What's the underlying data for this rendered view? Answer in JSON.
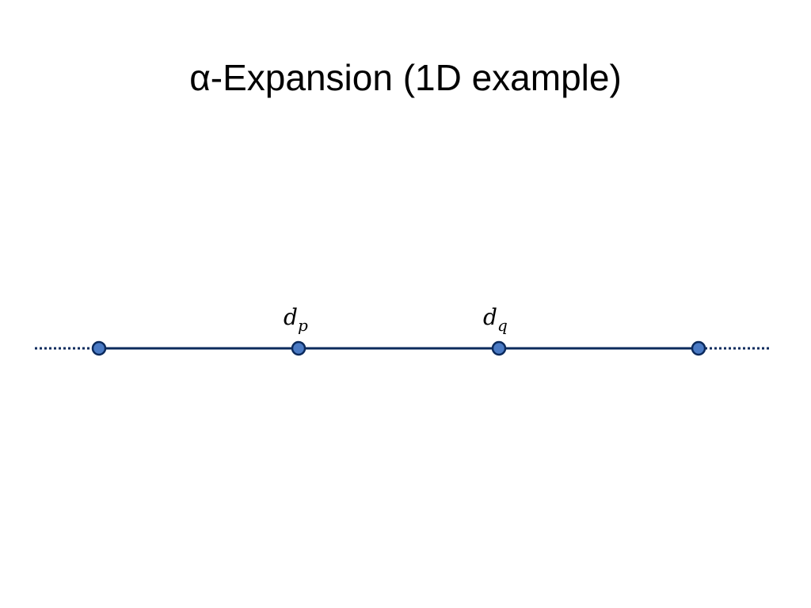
{
  "slide": {
    "title": "α-Expansion (1D example)"
  },
  "diagram": {
    "line_color": "#0b2a5c",
    "node_fill": "#4a7ac4",
    "node_stroke": "#0b2a5c",
    "node_labels": [
      {
        "base": "d",
        "sub": "p"
      },
      {
        "base": "d",
        "sub": "q"
      }
    ]
  }
}
